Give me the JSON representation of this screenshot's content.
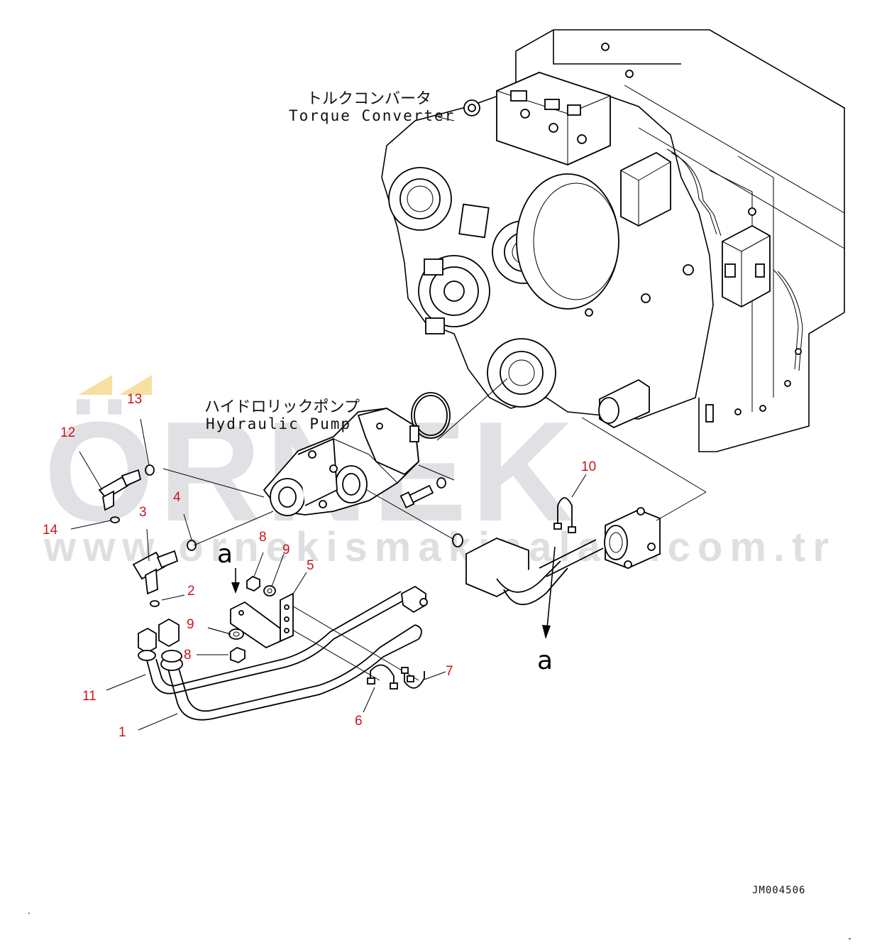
{
  "labels": {
    "torque_converter_jp": "トルクコンバータ",
    "torque_converter_en": "Torque Converter",
    "hydraulic_pump_jp": "ハイドロリックポンプ",
    "hydraulic_pump_en": "Hydraulic Pump",
    "view_a_top": "a",
    "view_a_bottom": "a"
  },
  "callouts": [
    "1",
    "2",
    "3",
    "4",
    "5",
    "6",
    "7",
    "8",
    "8",
    "9",
    "9",
    "10",
    "11",
    "12",
    "13",
    "14"
  ],
  "watermark": {
    "brand": "ÖRNEK",
    "url": "www.ornekismakinalari.com.tr",
    "color": "#c9c9cf",
    "accent": "#f3d27a"
  },
  "document_id": "JM004506",
  "colors": {
    "line": "#000000",
    "callout": "#c8161b",
    "background": "#ffffff"
  }
}
